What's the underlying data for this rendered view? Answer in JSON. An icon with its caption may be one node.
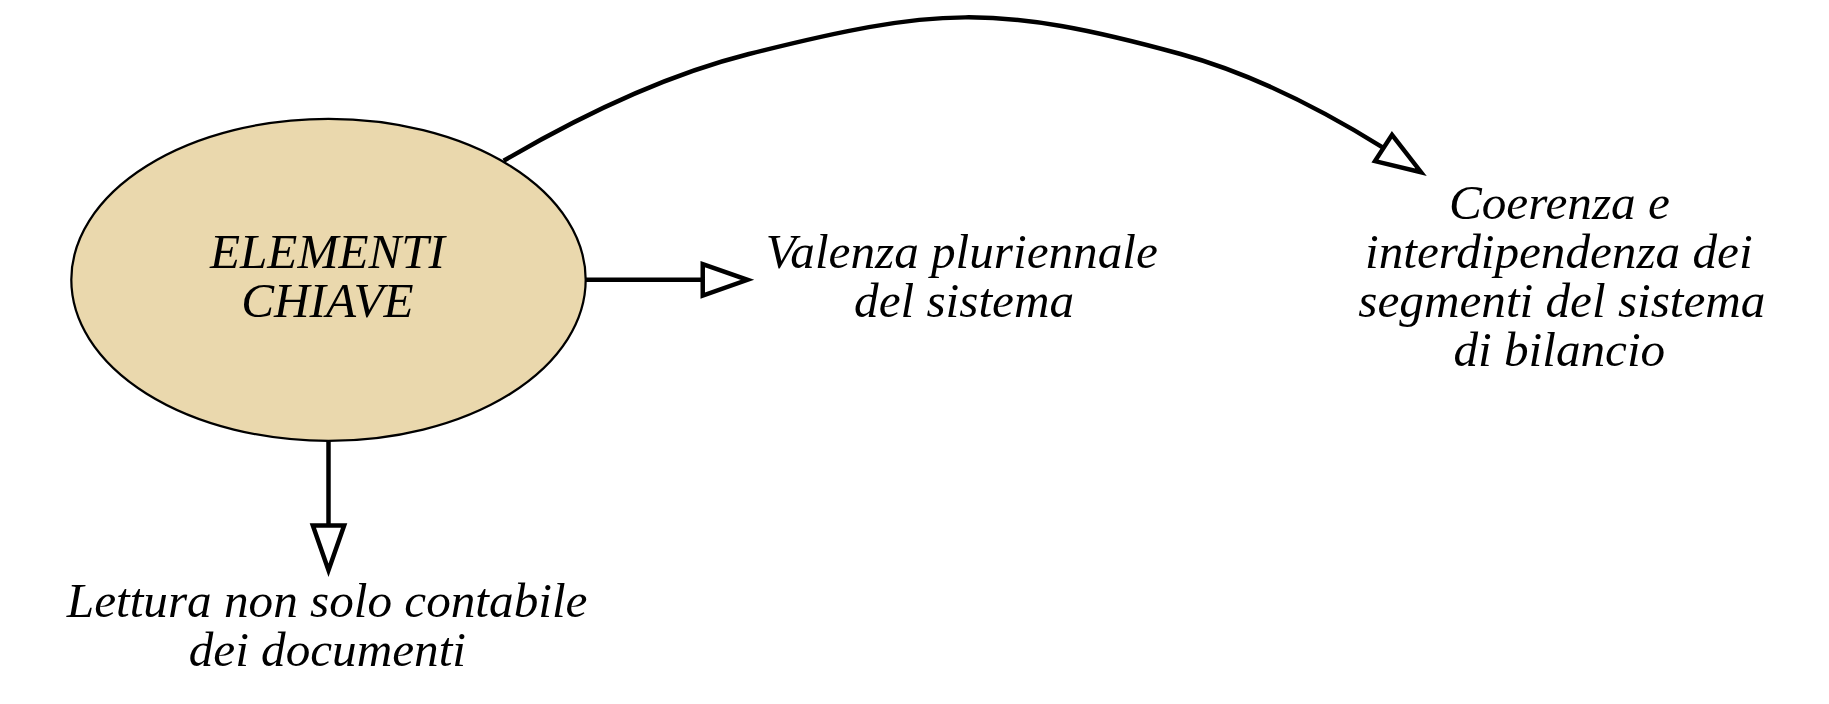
{
  "diagram": {
    "nodes": [
      {
        "text": [
          "ELEMENTI CHIAVE"
        ]
      },
      {
        "text": [
          "Coerenza e interdipendenza dei segmenti del sistema di bilancio"
        ]
      },
      {
        "text": [
          "Valenza pluriennale del sistema"
        ]
      },
      {
        "text": [
          "Lettura non solo contabile dei documenti"
        ]
      }
    ],
    "edges": [
      {
        "from": 0,
        "to": 1,
        "arrow": "to"
      },
      {
        "from": 0,
        "to": 2,
        "arrow": "to"
      },
      {
        "from": 0,
        "to": 3,
        "arrow": "to"
      }
    ]
  }
}
